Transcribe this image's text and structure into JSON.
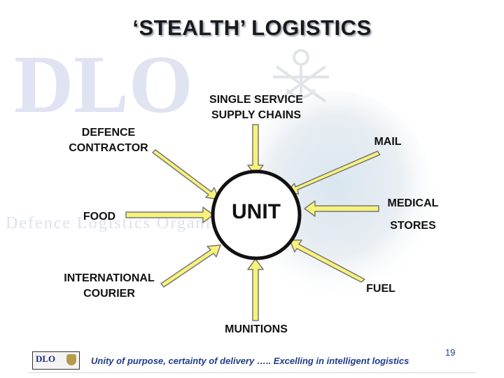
{
  "title": "‘STEALTH’ LOGISTICS",
  "watermark": {
    "letters": "DLO",
    "org_text": "Defence Logistics Organisation"
  },
  "center": {
    "label": "UNIT"
  },
  "nodes": {
    "single_service": "SINGLE SERVICE SUPPLY CHAINS",
    "defence_contractor": "DEFENCE CONTRACTOR",
    "mail": "MAIL",
    "food": "FOOD",
    "medical": "MEDICAL",
    "stores": "STORES",
    "international_courier": "INTERNATIONAL COURIER",
    "fuel": "FUEL",
    "munitions": "MUNITIONS"
  },
  "footer": {
    "logo_text": "DLO",
    "tagline": "Unity of purpose, certainty of delivery ….. Excelling in intelligent logistics",
    "page_number": "19"
  },
  "colors": {
    "arrow_fill": "#f7f27a",
    "arrow_outline": "#777777",
    "watermark": "#dfe3f2",
    "accent": "#1f3c8c"
  }
}
